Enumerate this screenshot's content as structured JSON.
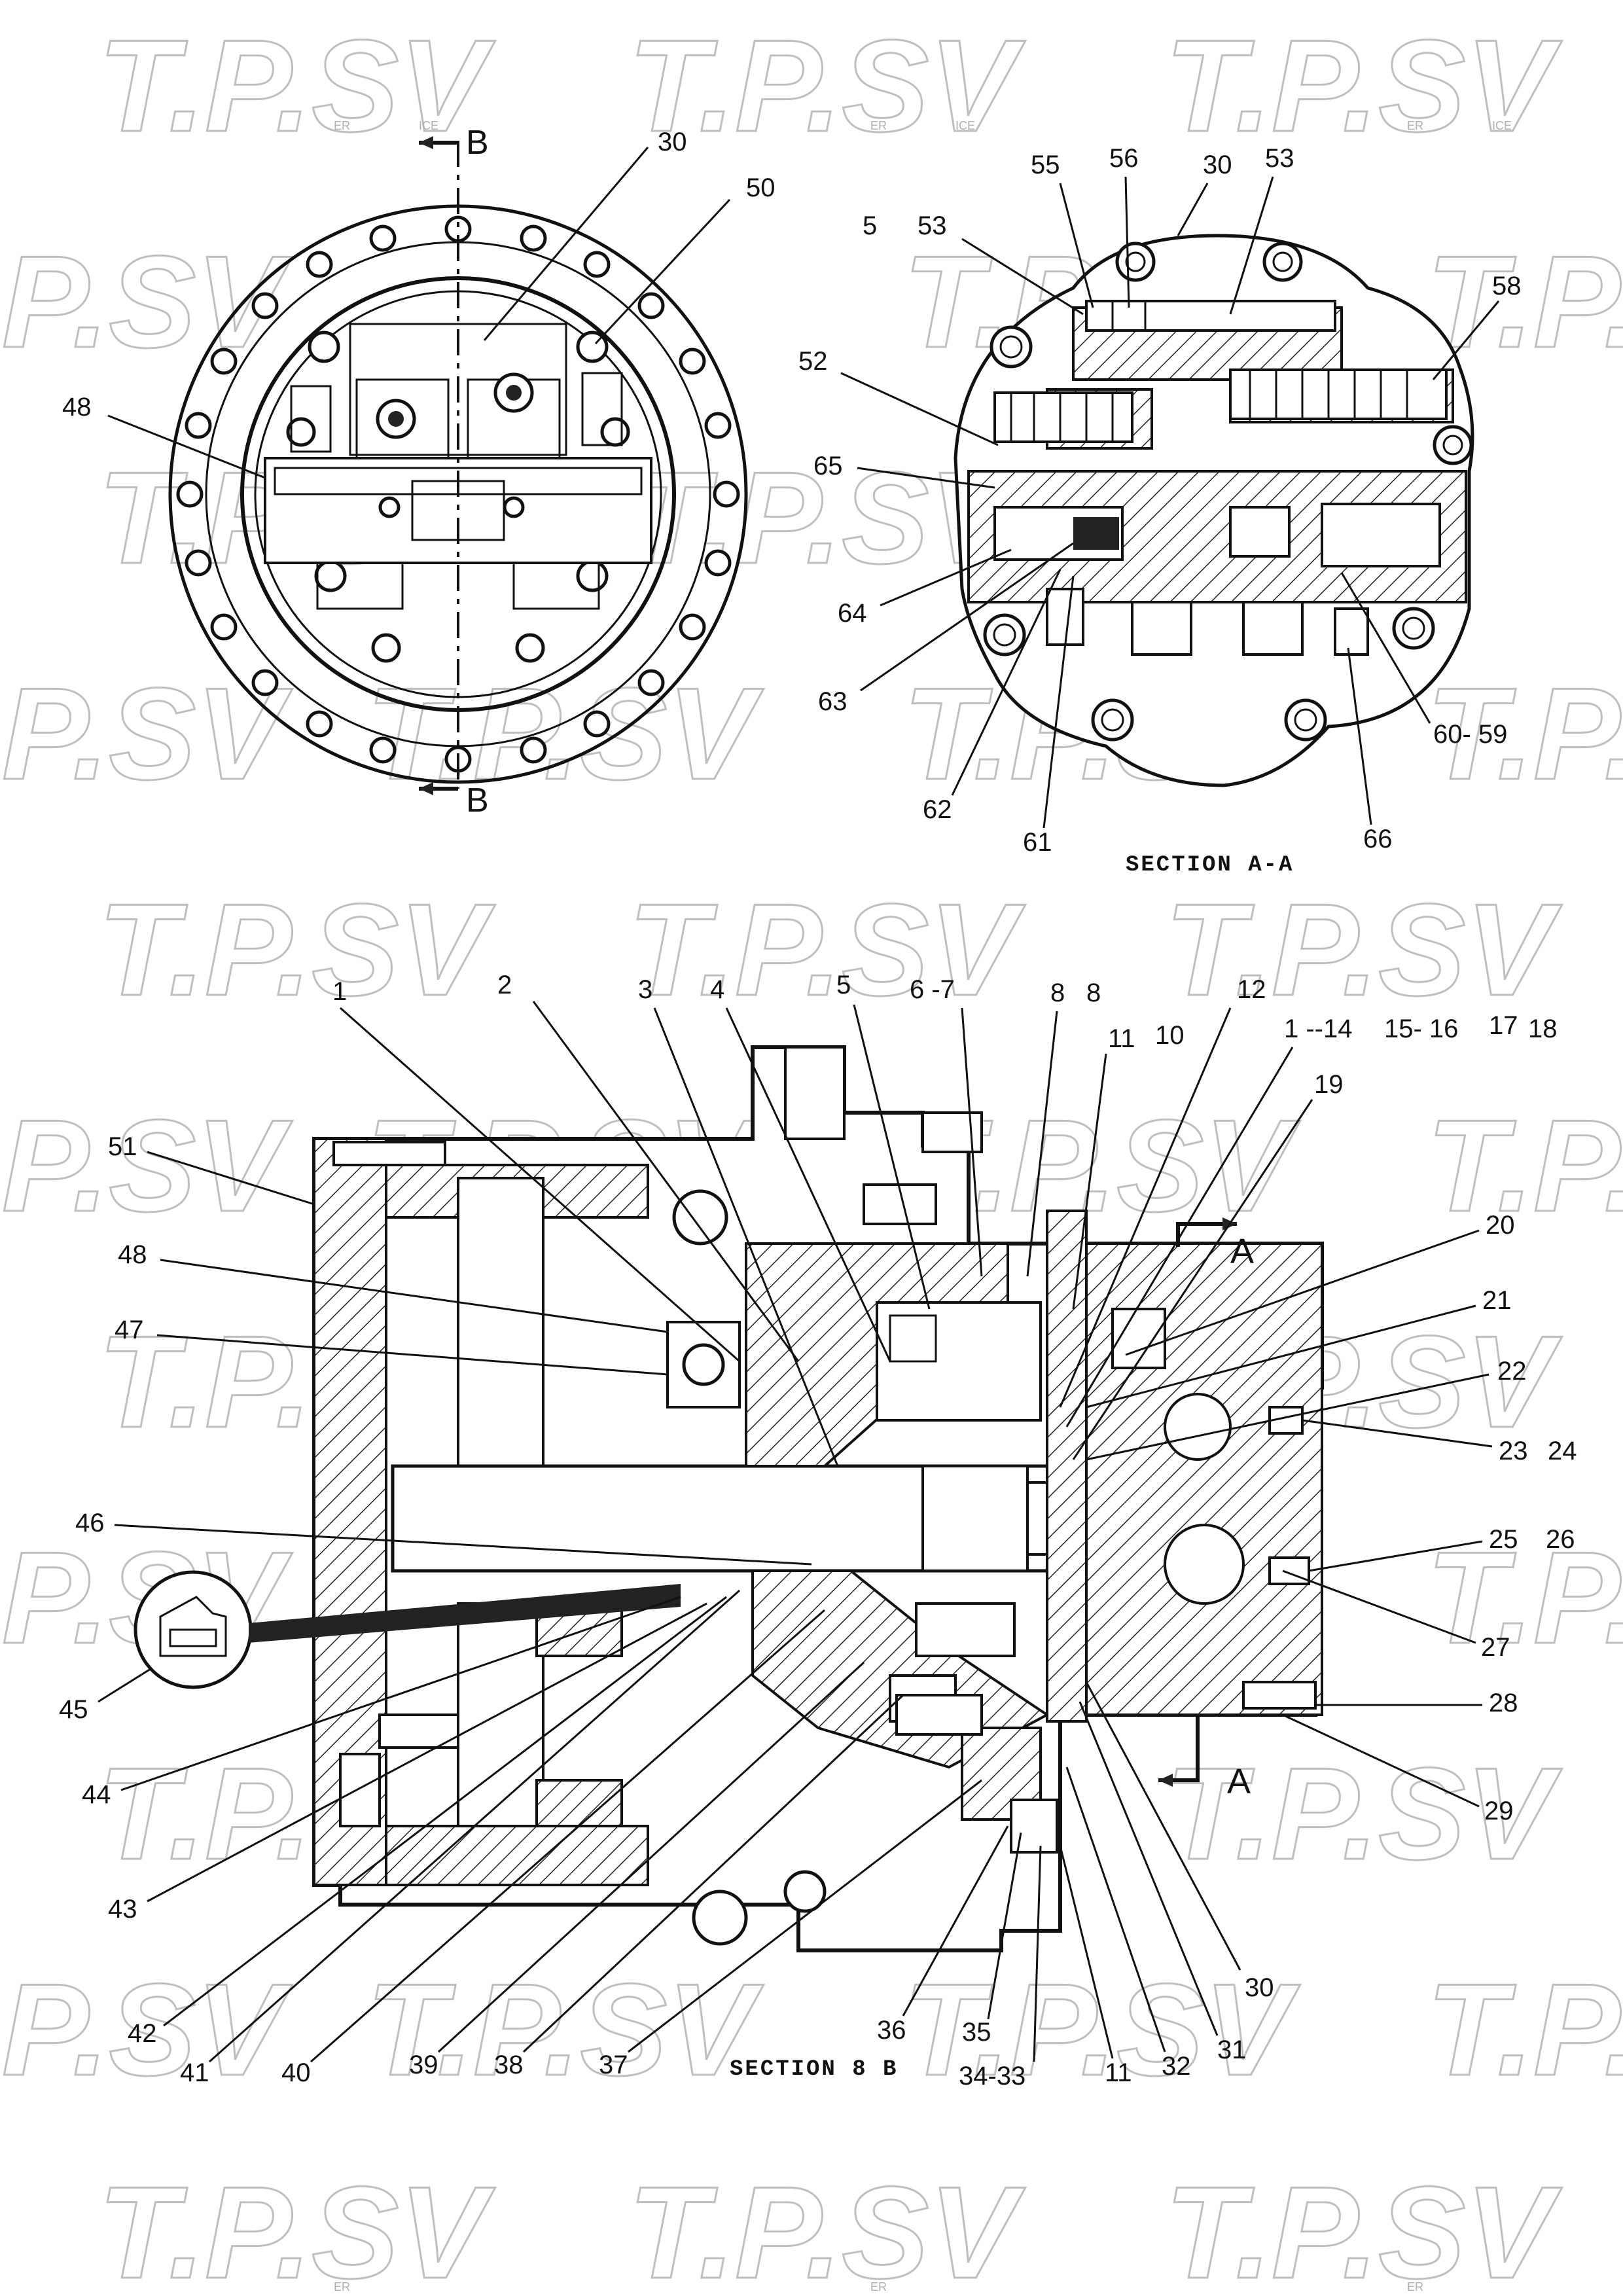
{
  "watermark": {
    "text": "T.P.SV",
    "sub_left": "ER",
    "sub_right": "ICE"
  },
  "view_b": {
    "section_mark_top": "B",
    "section_mark_bottom": "B",
    "callouts": [
      "30",
      "50",
      "48"
    ]
  },
  "section_a": {
    "caption": "SECTION A-A",
    "callouts": [
      "55",
      "56",
      "30",
      "53",
      "5",
      "53",
      "58",
      "52",
      "65",
      "64",
      "63",
      "62",
      "61",
      "66",
      "60- 59"
    ]
  },
  "section_b": {
    "caption": "SECTION 8 B",
    "section_mark_top": "A",
    "section_mark_bottom": "A",
    "top_callouts": [
      "1",
      "2",
      "3",
      "4",
      "5",
      "6 -7",
      "8",
      "8",
      "11",
      "10",
      "12",
      "1 --14",
      "15- 16",
      "17",
      "18",
      "19"
    ],
    "right_callouts": [
      "20",
      "21",
      "22",
      "23",
      "24",
      "25",
      "26",
      "27",
      "28",
      "29",
      "30"
    ],
    "left_callouts": [
      "51",
      "48",
      "47",
      "46",
      "45",
      "44",
      "43",
      "42"
    ],
    "bottom_callouts": [
      "41",
      "40",
      "39",
      "38",
      "37",
      "36",
      "35",
      "34-33",
      "11",
      "32",
      "31"
    ]
  }
}
